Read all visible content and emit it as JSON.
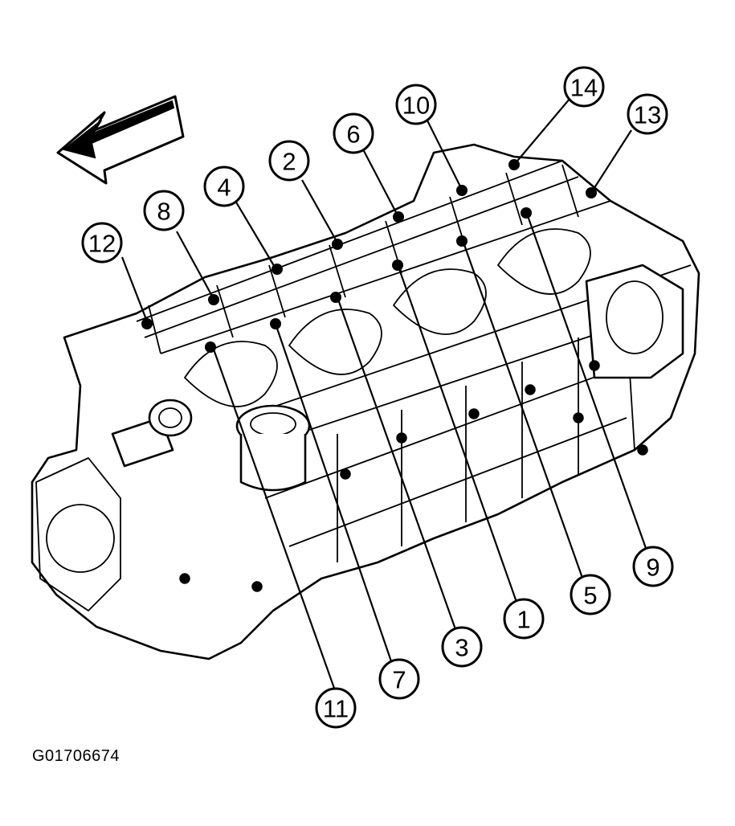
{
  "figure_id": "G01706674",
  "direction_arrow_icon": "front-direction-arrow-icon",
  "callouts": [
    {
      "id": "c1",
      "label": "1"
    },
    {
      "id": "c2",
      "label": "2"
    },
    {
      "id": "c3",
      "label": "3"
    },
    {
      "id": "c4",
      "label": "4"
    },
    {
      "id": "c5",
      "label": "5"
    },
    {
      "id": "c6",
      "label": "6"
    },
    {
      "id": "c7",
      "label": "7"
    },
    {
      "id": "c8",
      "label": "8"
    },
    {
      "id": "c9",
      "label": "9"
    },
    {
      "id": "c10",
      "label": "10"
    },
    {
      "id": "c11",
      "label": "11"
    },
    {
      "id": "c12",
      "label": "12"
    },
    {
      "id": "c13",
      "label": "13"
    },
    {
      "id": "c14",
      "label": "14"
    }
  ]
}
